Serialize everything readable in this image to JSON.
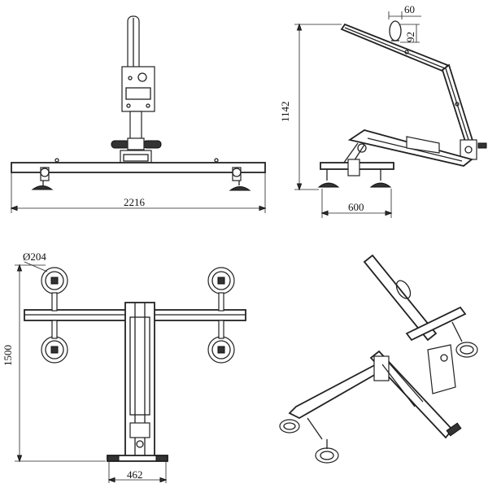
{
  "dimensions": {
    "front_width": "2216",
    "side_height": "1142",
    "side_base": "600",
    "ring_width": "60",
    "ring_height": "92",
    "top_height": "1500",
    "cup_diameter": "Ø204",
    "top_handle_width": "462"
  }
}
